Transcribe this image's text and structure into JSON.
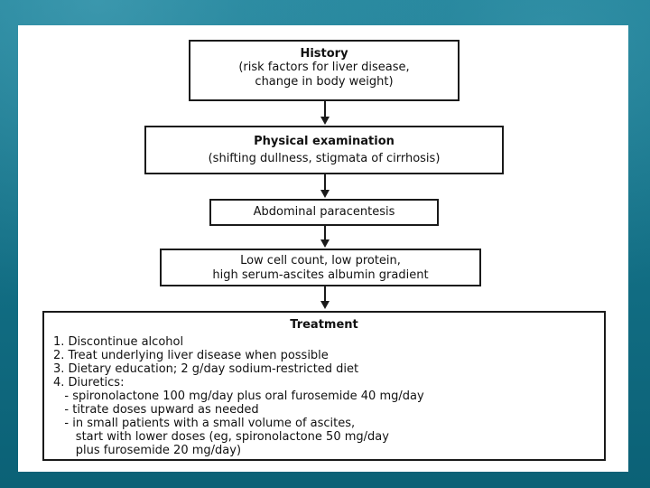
{
  "history": {
    "title": "History",
    "detail_line1": "(risk factors for liver disease,",
    "detail_line2": "change in body weight)"
  },
  "physical_exam": {
    "title": "Physical examination",
    "detail": "(shifting dullness, stigmata of cirrhosis)"
  },
  "paracentesis": {
    "label": "Abdominal paracentesis"
  },
  "findings": {
    "line1": "Low cell count, low protein,",
    "line2": "high serum-ascites albumin gradient"
  },
  "treatment": {
    "title": "Treatment",
    "lines": [
      "1. Discontinue alcohol",
      "2. Treat underlying liver disease when possible",
      "3. Dietary education; 2 g/day sodium-restricted diet",
      "4. Diuretics:",
      "   - spironolactone 100 mg/day plus oral furosemide 40 mg/day",
      "   - titrate doses upward as needed",
      "   - in small patients with a small volume of ascites,",
      "      start with lower doses (eg, spironolactone 50 mg/day",
      "      plus furosemide 20 mg/day)"
    ]
  }
}
